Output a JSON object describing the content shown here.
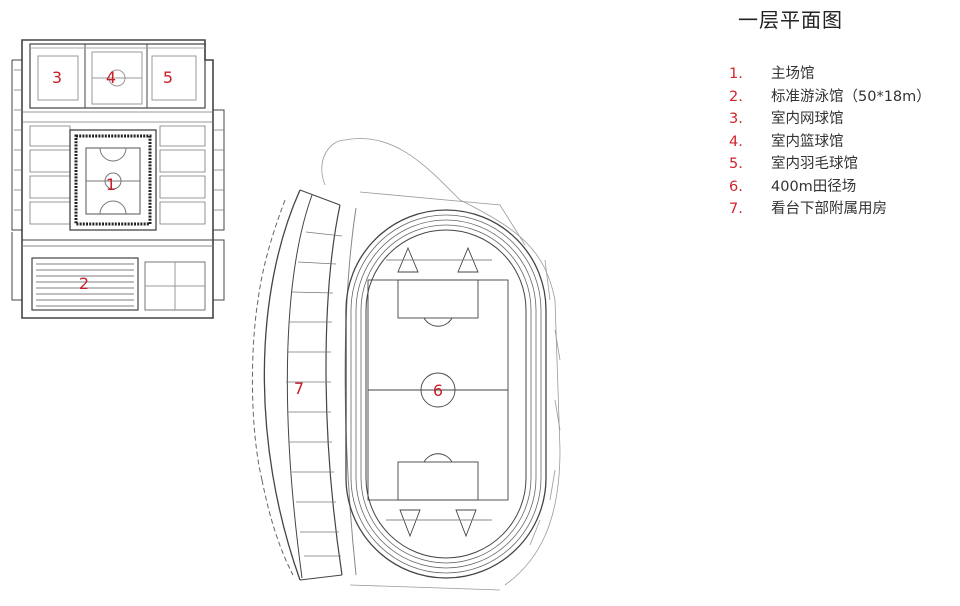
{
  "title": "一层平面图",
  "legend": [
    {
      "num": "1.",
      "text": "主场馆"
    },
    {
      "num": "2.",
      "text": "标准游泳馆（50*18m）"
    },
    {
      "num": "3.",
      "text": "室内网球馆"
    },
    {
      "num": "4.",
      "text": "室内篮球馆"
    },
    {
      "num": "5.",
      "text": "室内羽毛球馆"
    },
    {
      "num": "6.",
      "text": "400m田径场"
    },
    {
      "num": "7.",
      "text": "看台下部附属用房"
    }
  ],
  "labels": {
    "l1": "1",
    "l2": "2",
    "l3": "3",
    "l4": "4",
    "l5": "5",
    "l6": "6",
    "l7": "7"
  },
  "colors": {
    "line": "#444444",
    "thin": "#8a8a8a",
    "label": "#c8202a"
  }
}
